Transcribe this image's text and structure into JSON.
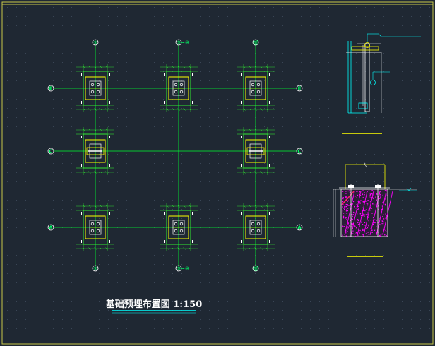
{
  "drawing": {
    "title": "基础预埋布置图 1:150"
  },
  "axes": {
    "columns": [
      "①",
      "⑤~⑩",
      "⑪"
    ],
    "rows": [
      "E",
      "C",
      "A"
    ]
  },
  "colors": {
    "background": "#1f2833",
    "grid_line": "#00ff33",
    "embed_plate": "#ffff00",
    "dimension": "#33ff33",
    "anchor_bolt": "#ffffff",
    "section_line": "#00ffff",
    "concrete_hatch": "#ff00ff",
    "title_text": "#ffffff",
    "title_underline": "#00ffff",
    "frame": "#c8c84a"
  }
}
